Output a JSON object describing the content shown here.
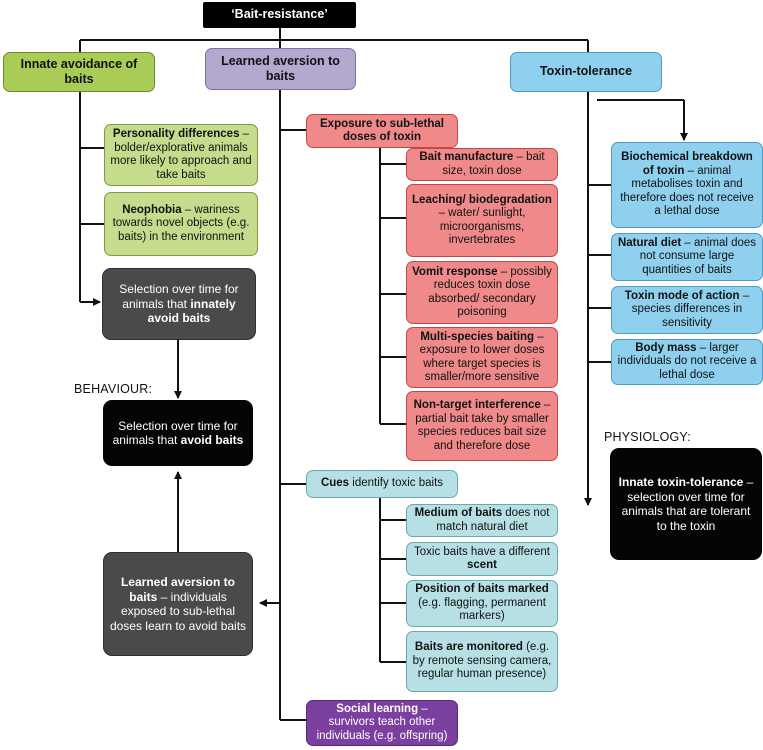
{
  "title": "‘Bait-resistance’",
  "categories": {
    "innate": "Innate avoidance of baits",
    "learned": "Learned aversion to baits",
    "toxin": "Toxin-tolerance"
  },
  "innate_items": {
    "personality": {
      "bold": "Personality differences",
      "text": " – bolder/explorative animals more likely to approach and take baits"
    },
    "neophobia": {
      "bold": "Neophobia",
      "text": " – wariness towards novel objects (e.g. baits) in the environment"
    }
  },
  "selection_innate": {
    "text": "Selection over time for animals that ",
    "bold": "innately avoid baits"
  },
  "behaviour_label": "BEHAVIOUR:",
  "selection_avoid": {
    "text": "Selection over time for animals that ",
    "bold": "avoid baits"
  },
  "learned_aversion_box": {
    "bold": "Learned aversion to baits",
    "text": " – individuals exposed to sub-lethal doses learn to avoid baits"
  },
  "exposure": "Exposure to sub-lethal doses of toxin",
  "exposure_items": {
    "manufacture": {
      "bold": "Bait manufacture",
      "text": " – bait size, toxin dose"
    },
    "leaching": {
      "bold": "Leaching/ biodegradation",
      "text": " – water/ sunlight, microorganisms, invertebrates"
    },
    "vomit": {
      "bold": "Vomit response",
      "text": " – possibly reduces toxin dose absorbed/ secondary poisoning"
    },
    "multispecies": {
      "bold": "Multi-species baiting",
      "text": " – exposure to lower doses where target species is smaller/more sensitive"
    },
    "nontarget": {
      "bold": "Non-target interference",
      "text": " – partial bait take by smaller species reduces bait size and therefore dose"
    }
  },
  "cues": {
    "bold": "Cues",
    "text": " identify toxic baits"
  },
  "cue_items": {
    "medium": {
      "bold": "Medium of baits",
      "text": " does not match natural diet"
    },
    "scent": {
      "text": "Toxic baits have a different ",
      "bold": "scent"
    },
    "position": {
      "bold": "Position of baits marked",
      "text": " (e.g. flagging, permanent markers)"
    },
    "monitored": {
      "bold": "Baits are monitored",
      "text": " (e.g. by remote sensing camera, regular human presence)"
    }
  },
  "social": {
    "bold": "Social learning",
    "text": " – survivors teach other individuals (e.g. offspring)"
  },
  "toxin_items": {
    "biochemical": {
      "bold": "Biochemical breakdown of toxin",
      "text": " – animal metabolises toxin and therefore does not receive a lethal dose"
    },
    "diet": {
      "bold": "Natural diet",
      "text": " – animal does not consume large quantities of baits"
    },
    "mode": {
      "bold": "Toxin mode of action",
      "text": " – species differences in sensitivity"
    },
    "mass": {
      "bold": "Body mass",
      "text": " – larger individuals do not receive a lethal dose"
    }
  },
  "physiology_label": "PHYSIOLOGY:",
  "innate_tolerance": {
    "bold": "Innate toxin-tolerance",
    "text": " – selection over time for animals that are tolerant to the toxin"
  },
  "colors": {
    "innate": "#a8cc55",
    "learned": "#b3a9cf",
    "toxin": "#8ed0ee",
    "exposure": "#f08a8a",
    "cues": "#b7e0e5",
    "social": "#7b3fa0"
  }
}
